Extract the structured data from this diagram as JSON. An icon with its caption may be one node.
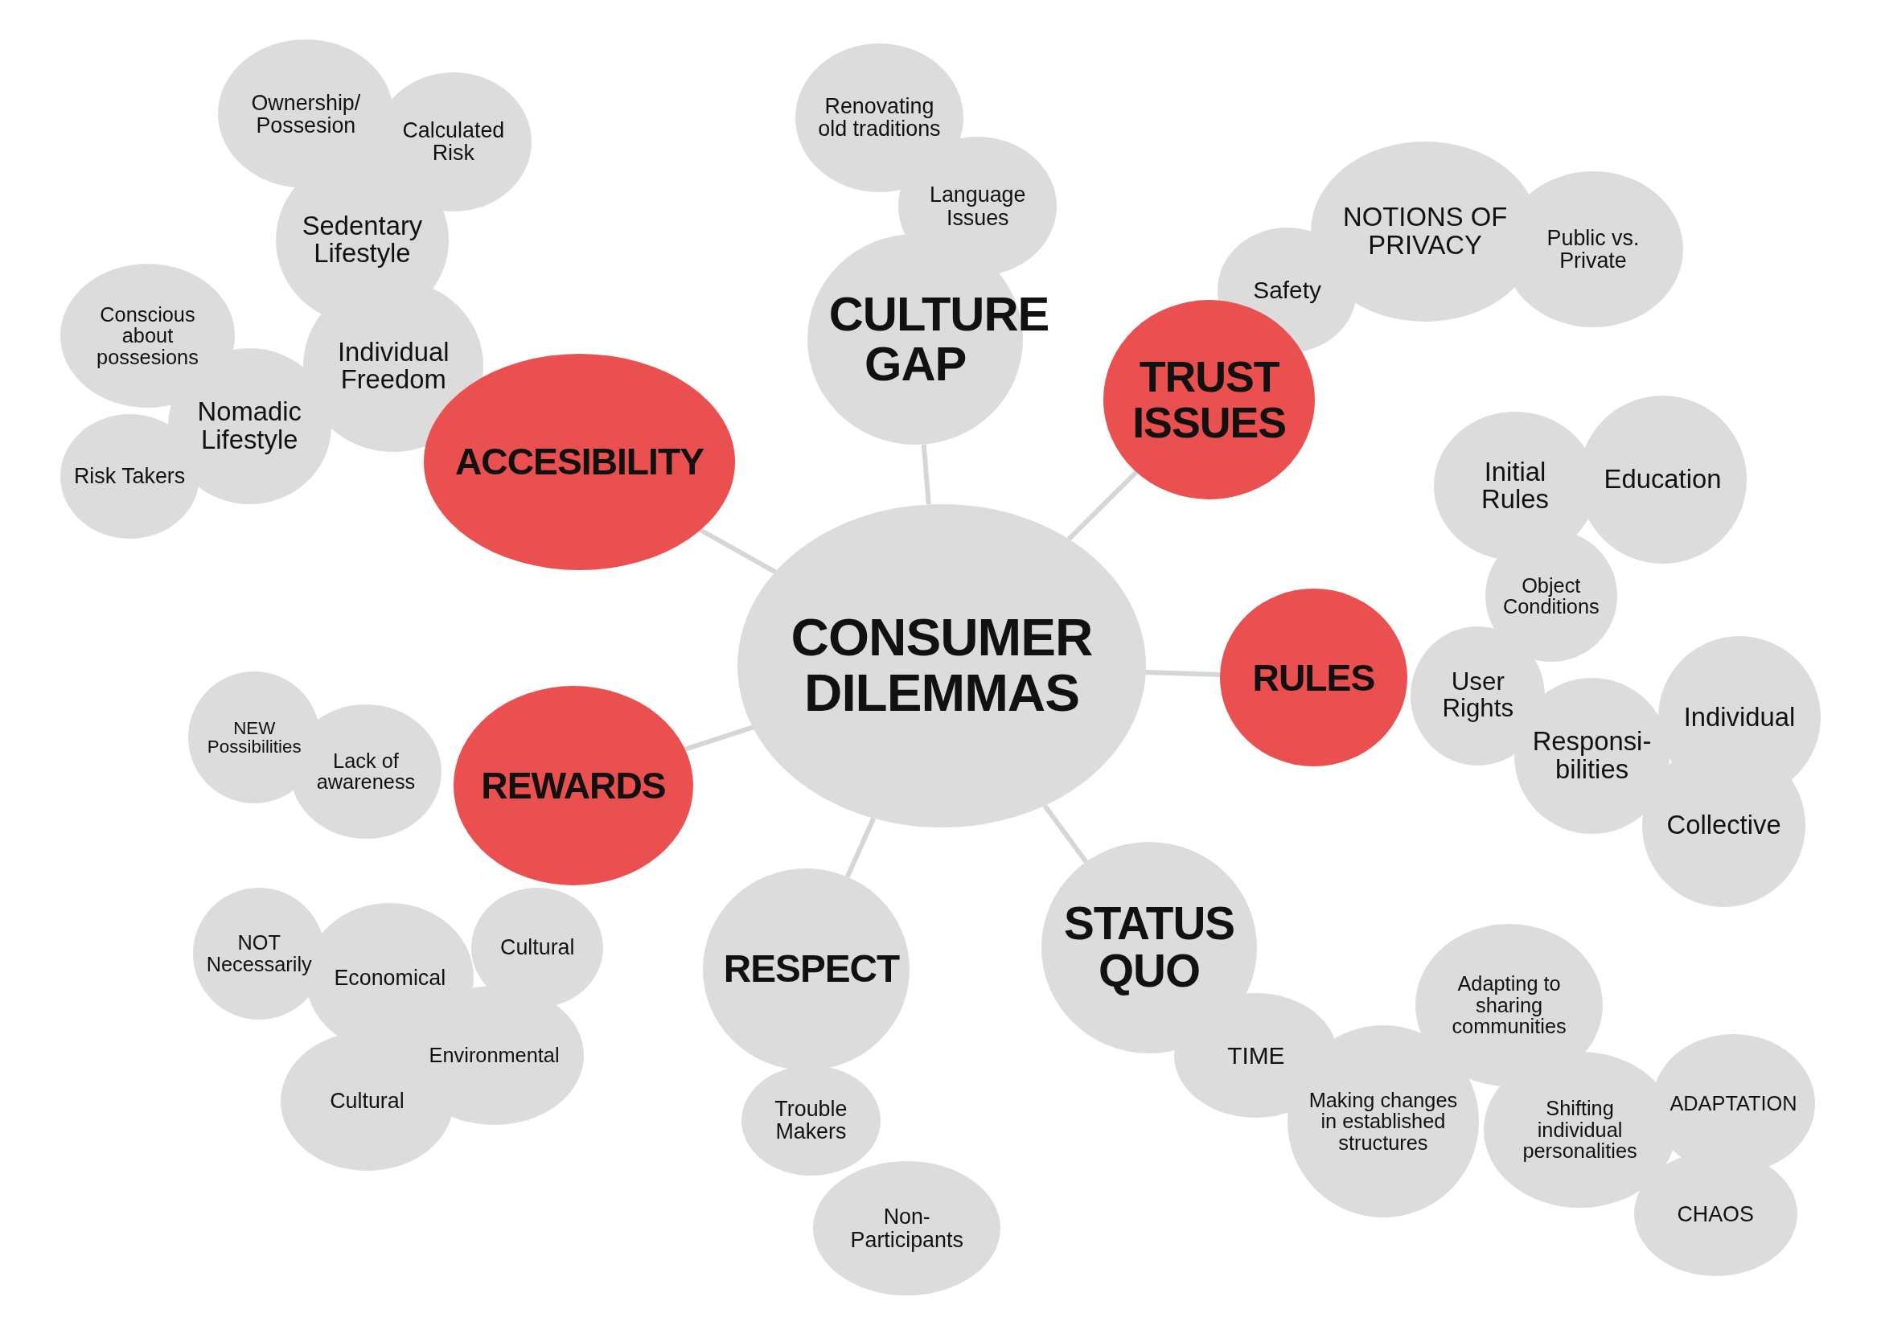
{
  "diagram": {
    "nodes": [
      {
        "text": [
          "CONSUMER DILEMMAS"
        ]
      },
      {
        "text": [
          "ACCESIBILITY"
        ]
      },
      {
        "text": [
          "Individual Freedom"
        ]
      },
      {
        "text": [
          "Sedentary Lifestyle"
        ]
      },
      {
        "text": [
          "Ownership/ Possesion"
        ]
      },
      {
        "text": [
          "Calculated Risk"
        ]
      },
      {
        "text": [
          "Nomadic Lifestyle"
        ]
      },
      {
        "text": [
          "Conscious about possesions"
        ]
      },
      {
        "text": [
          "Risk Takers"
        ]
      },
      {
        "text": [
          "CULTURE GAP"
        ]
      },
      {
        "text": [
          "Renovating old traditions"
        ]
      },
      {
        "text": [
          "Language Issues"
        ]
      },
      {
        "text": [
          "TRUST ISSUES"
        ]
      },
      {
        "text": [
          "Safety"
        ]
      },
      {
        "text": [
          "NOTIONS OF PRIVACY"
        ]
      },
      {
        "text": [
          "Public vs. Private"
        ]
      },
      {
        "text": [
          "RULES"
        ]
      },
      {
        "text": [
          "Initial Rules"
        ]
      },
      {
        "text": [
          "Education"
        ]
      },
      {
        "text": [
          "Object Conditions"
        ]
      },
      {
        "text": [
          "User Rights"
        ]
      },
      {
        "text": [
          "Responsi- bilities"
        ]
      },
      {
        "text": [
          "Individual"
        ]
      },
      {
        "text": [
          "Collective"
        ]
      },
      {
        "text": [
          "STATUS QUO"
        ]
      },
      {
        "text": [
          "TIME"
        ]
      },
      {
        "text": [
          "Adapting to sharing communities"
        ]
      },
      {
        "text": [
          "Making changes in established structures"
        ]
      },
      {
        "text": [
          "Shifting individual personalities"
        ]
      },
      {
        "text": [
          "ADAPTATION"
        ]
      },
      {
        "text": [
          "CHAOS"
        ]
      },
      {
        "text": [
          "RESPECT"
        ]
      },
      {
        "text": [
          "Trouble Makers"
        ]
      },
      {
        "text": [
          "Non- Participants"
        ]
      },
      {
        "text": [
          "REWARDS"
        ]
      },
      {
        "text": [
          "Lack of awareness"
        ]
      },
      {
        "text": [
          "NEW Possibilities"
        ]
      },
      {
        "text": [
          "Cultural"
        ]
      },
      {
        "text": [
          "Economical"
        ]
      },
      {
        "text": [
          "NOT Necessarily"
        ]
      },
      {
        "text": [
          "Environmental"
        ]
      },
      {
        "text": [
          "Cultural"
        ]
      }
    ],
    "edges": [
      {
        "from": 0,
        "to": 1,
        "arrow": "none"
      },
      {
        "from": 0,
        "to": 9,
        "arrow": "none"
      },
      {
        "from": 0,
        "to": 12,
        "arrow": "none"
      },
      {
        "from": 0,
        "to": 16,
        "arrow": "none"
      },
      {
        "from": 0,
        "to": 24,
        "arrow": "none"
      },
      {
        "from": 0,
        "to": 31,
        "arrow": "none"
      },
      {
        "from": 0,
        "to": 34,
        "arrow": "none"
      }
    ]
  }
}
